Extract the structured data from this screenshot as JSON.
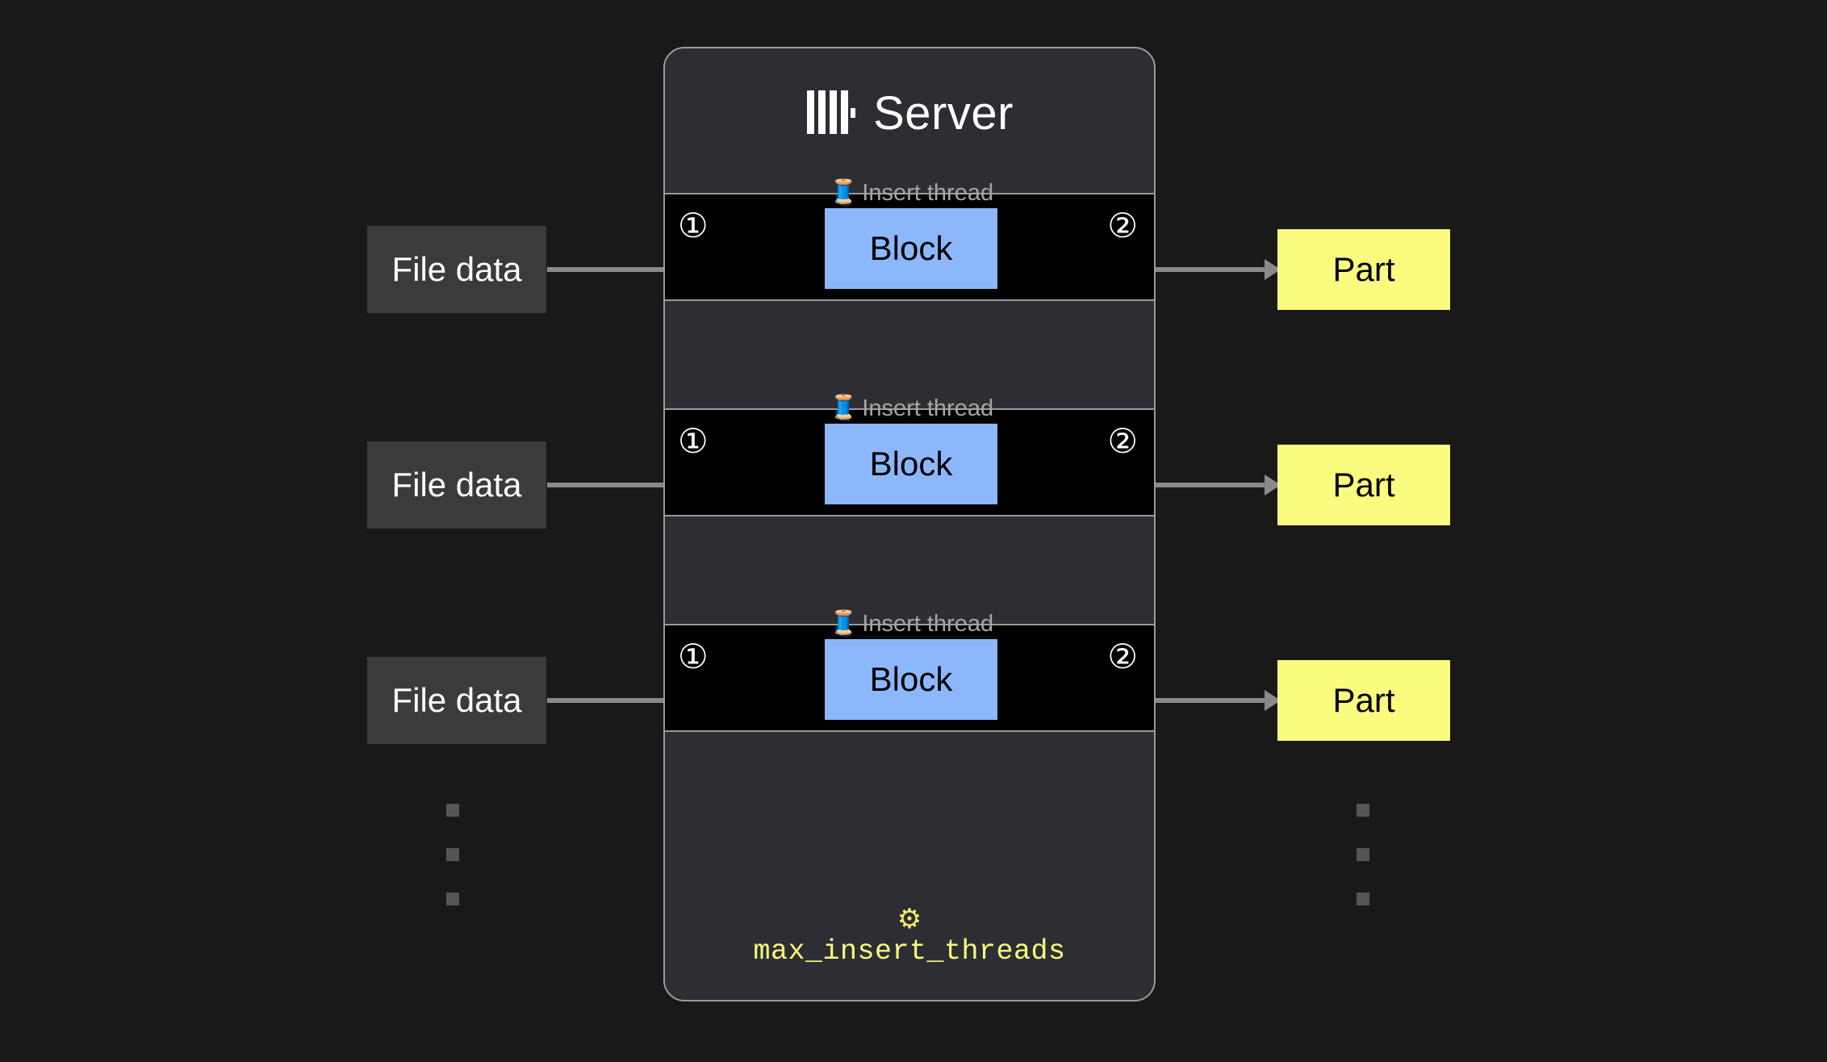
{
  "page": {
    "background_color": "#191919"
  },
  "server_card": {
    "title": "Server",
    "logo_icon": "clickhouse-logo-icon",
    "background_color": "#2c2e34",
    "border_color": "#9a9a9a"
  },
  "threads": [
    {
      "label": "Insert thread",
      "emoji": "🧵",
      "step_in": "①",
      "step_out": "②",
      "block_label": "Block",
      "file_label": "File data",
      "part_label": "Part"
    },
    {
      "label": "Insert thread",
      "emoji": "🧵",
      "step_in": "①",
      "step_out": "②",
      "block_label": "Block",
      "file_label": "File data",
      "part_label": "Part"
    },
    {
      "label": "Insert thread",
      "emoji": "🧵",
      "step_in": "①",
      "step_out": "②",
      "block_label": "Block",
      "file_label": "File data",
      "part_label": "Part"
    }
  ],
  "colors": {
    "block_fill": "#8cb8fb",
    "part_fill": "#fbfb80",
    "file_fill": "#3b3b3b",
    "band_fill": "#000000",
    "label_gray": "#a6a6a6",
    "setting_yellow": "#fbfb7a",
    "arrow_gray": "#8a8a8a",
    "ellipsis_gray": "#555555"
  },
  "ellipsis": {
    "dot_count": 3,
    "columns": [
      "left",
      "center",
      "right"
    ]
  },
  "setting": {
    "gear_icon": "⚙",
    "name": "max_insert_threads"
  }
}
